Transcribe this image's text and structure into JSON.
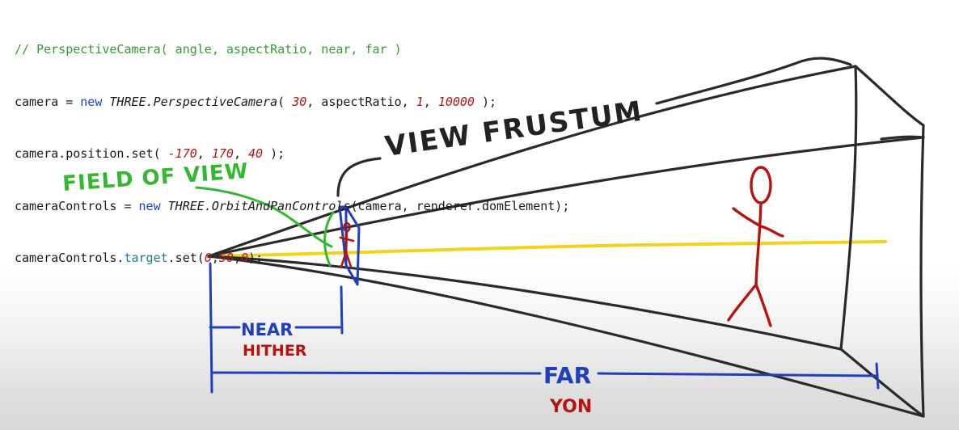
{
  "code": {
    "comment": "// PerspectiveCamera( angle, aspectRatio, near, far )",
    "line1": {
      "a": "camera = ",
      "kw": "new",
      "b": " ",
      "type": "THREE.PerspectiveCamera",
      "c": "( ",
      "n1": "30",
      "d": ", aspectRatio, ",
      "n2": "1",
      "e": ", ",
      "n3": "10000",
      "f": " );"
    },
    "line2": {
      "a": "camera.position.set( ",
      "n1": "-170",
      "b": ", ",
      "n2": "170",
      "c": ", ",
      "n3": "40",
      "d": " );"
    },
    "line3": {
      "a": "cameraControls = ",
      "kw": "new",
      "b": " ",
      "type": "THREE.OrbitAndPanControls",
      "c": "(camera, renderer.domElement);"
    },
    "line4": {
      "a": "cameraControls.",
      "prop": "target",
      "b": ".set(",
      "n1": "0",
      "c": ",",
      "n2": "50",
      "d": ",",
      "n3": "0",
      "e": ");"
    }
  },
  "labels": {
    "view_frustum": "VIEW FRUSTUM",
    "field_of_view": "FIELD OF VIEW",
    "near": "NEAR",
    "hither": "HITHER",
    "far": "FAR",
    "yon": "YON"
  },
  "colors": {
    "frustum": "#2a2a2a",
    "near_far": "#1f3fbf",
    "field_of_view": "#33b82f",
    "figure": "#b8140f",
    "sight_line": "#f2d21b",
    "code_comment": "#2f9e2f",
    "code_keyword": "#1a3fd8",
    "code_number": "#b01818"
  }
}
